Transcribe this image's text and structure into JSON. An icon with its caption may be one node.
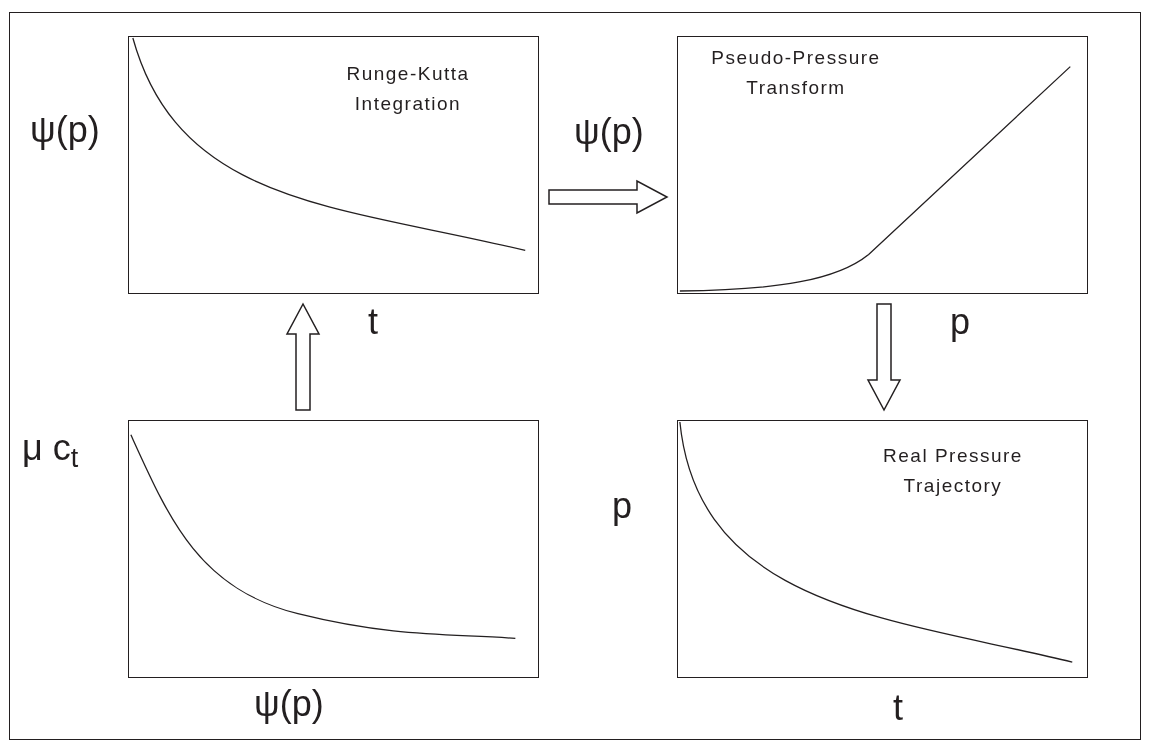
{
  "diagram": {
    "nodes": [
      {
        "text": [
          "Runge-Kutta Integration"
        ],
        "beside": [
          "ψ(p)",
          "t"
        ]
      },
      {
        "text": [
          "Pseudo-Pressure Transform"
        ],
        "beside": [
          "ψ(p)",
          "p"
        ]
      },
      {
        "text": [],
        "shape": "box",
        "beside": [
          "μ c$_{t}$",
          "ψ(p)"
        ]
      },
      {
        "text": [
          "Real Pressure Trajectory"
        ],
        "beside": [
          "p",
          "t"
        ]
      }
    ],
    "edges": [
      {
        "from": 2,
        "to": 0,
        "arrow": "to"
      },
      {
        "from": 0,
        "to": 1,
        "arrow": "to"
      },
      {
        "from": 1,
        "to": 3,
        "arrow": "to"
      }
    ]
  }
}
